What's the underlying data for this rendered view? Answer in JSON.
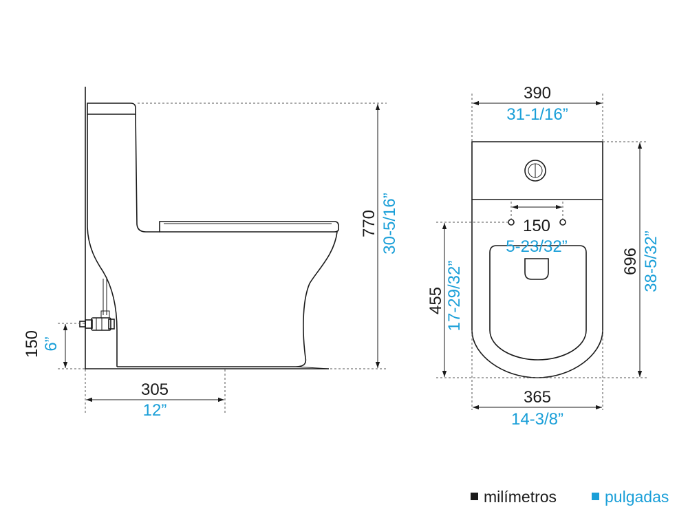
{
  "side_view": {
    "height_mm": "770",
    "height_in": "30-5/16”",
    "inlet_mm": "150",
    "inlet_in": "6”",
    "rough_in_mm": "305",
    "rough_in_in": "12”"
  },
  "top_view": {
    "width_mm": "390",
    "width_in": "31-1/16”",
    "base_width_mm": "365",
    "base_width_in": "14-3/8”",
    "length_mm": "696",
    "length_in": "38-5/32”",
    "bowl_depth_mm": "455",
    "bowl_depth_in": "17-29/32”",
    "hinge_spacing_mm": "150",
    "hinge_spacing_in": "5-23/32”"
  },
  "legend": {
    "mm_label": "milímetros",
    "in_label": "pulgadas",
    "mm_color": "#1a1a1a",
    "in_color": "#1a9fd8"
  }
}
